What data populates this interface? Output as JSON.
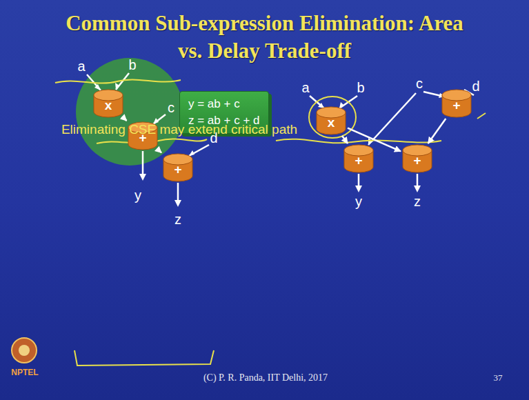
{
  "diagram": {
    "title": "Common Sub-expression Elimination: Area vs. Delay Trade-off",
    "nodes": [
      {
        "text": [
          "y = ab + c",
          "z = ab + c + d"
        ]
      },
      {
        "text": [
          "x"
        ]
      },
      {
        "text": [
          "+"
        ]
      },
      {
        "text": [
          "+"
        ]
      },
      {
        "text": [
          "x"
        ]
      },
      {
        "text": [
          "+"
        ]
      },
      {
        "text": [
          "+"
        ]
      },
      {
        "text": [
          "+"
        ]
      }
    ],
    "edges": [
      {
        "from": 1,
        "to": 2,
        "arrow": "to"
      },
      {
        "from": 2,
        "to": 3,
        "arrow": "to"
      },
      {
        "from": 4,
        "to": 6,
        "arrow": "to"
      },
      {
        "from": 4,
        "to": 7,
        "arrow": "to"
      },
      {
        "from": 5,
        "to": 7,
        "arrow": "to"
      }
    ],
    "labels": [
      "Eliminating CSE may extend critical path",
      "a",
      "b",
      "c",
      "d",
      "y",
      "z",
      "a",
      "b",
      "c",
      "d",
      "y",
      "z",
      "NPTEL",
      "(C) P. R. Panda, IIT Delhi, 2017",
      "37"
    ]
  }
}
